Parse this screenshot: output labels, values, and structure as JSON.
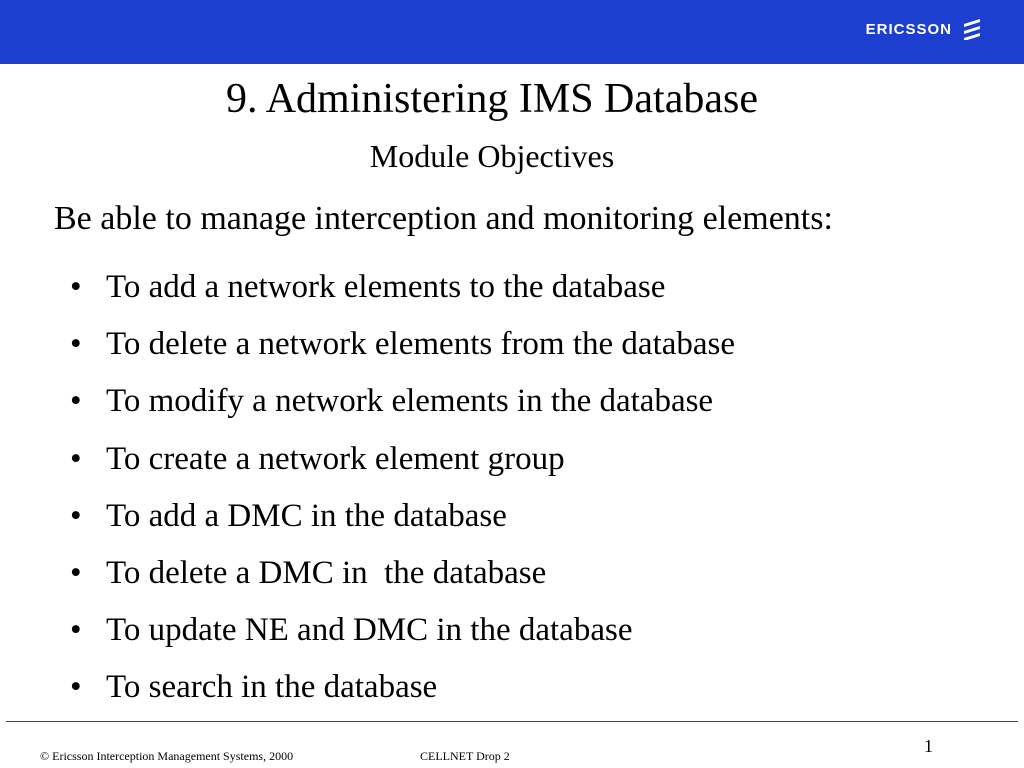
{
  "header": {
    "brand": "ERICSSON",
    "brand_color": "#1c3fd0",
    "logo_icon": "ericsson-wave-icon"
  },
  "title": "9. Administering IMS Database",
  "subtitle": "Module Objectives",
  "intro": "Be able to manage interception and monitoring elements:",
  "bullet_symbol": "•",
  "bullets": [
    "To add a network elements to the database",
    "To delete a network elements from the database",
    "To modify a network elements in the database",
    "To create a network element group",
    "To add a DMC in the database",
    "To delete a DMC in  the database",
    "To update NE and DMC in the database",
    "To search in the database"
  ],
  "footer": {
    "copyright": "© Ericsson Interception Management Systems, 2000",
    "course": "CELLNET Drop 2",
    "page_number": "1"
  }
}
